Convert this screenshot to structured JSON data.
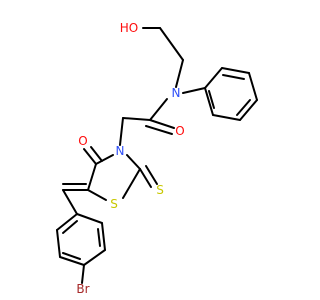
{
  "atom_colors": {
    "oxygen": "#ff0d0d",
    "nitrogen": "#3050f8",
    "sulfur": "#c8c800",
    "bromine": "#a62929",
    "carbon": "#000000"
  },
  "labels": {
    "hydroxyl": "HO",
    "amide_n": "N",
    "amide_o": "O",
    "ring_n": "N",
    "ketone_o": "O",
    "ring_s": "S",
    "thione_s": "S",
    "bromine": "Br"
  }
}
